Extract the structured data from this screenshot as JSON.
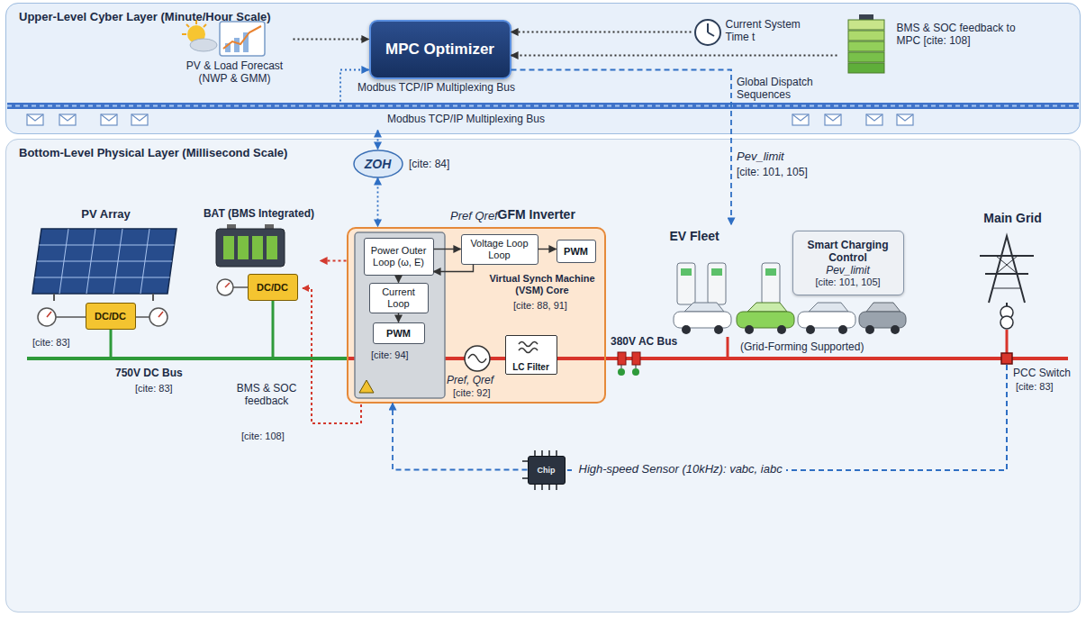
{
  "diagram": {
    "nodes": [
      {
        "text": [
          "Upper-Level Cyber Layer (Minute/Hour Scale)"
        ]
      },
      {
        "text": [
          "MPC Optimizer",
          "Modbus TCP/IP Multiplexing Bus"
        ],
        "in": 0
      },
      {
        "text": [
          "PV & Load Forecast (NWP & GMM)"
        ],
        "in": 0
      },
      {
        "text": [
          "Current System Time t"
        ],
        "in": 0
      },
      {
        "text": [
          "BMS & SOC feedback to MPC [cite: 108]"
        ],
        "in": 0
      },
      {
        "text": [
          "Modbus TCP/IP Multiplexing Bus"
        ],
        "in": 0
      },
      {
        "text": [
          "Bottom-Level Physical Layer (Millisecond Scale)"
        ]
      },
      {
        "text": [
          "ZOH"
        ],
        "in": 6
      },
      {
        "text": [
          "PV Array"
        ],
        "in": 6
      },
      {
        "text": [
          "DC/DC"
        ],
        "in": 8
      },
      {
        "text": [
          "BAT (BMS Integrated)"
        ],
        "in": 6
      },
      {
        "text": [
          "DC/DC"
        ],
        "in": 10
      },
      {
        "text": [
          "GFM Inverter"
        ],
        "in": 6
      },
      {
        "text": [
          "Power Outer Loop (ω, E)"
        ],
        "in": 12
      },
      {
        "text": [
          "Current Loop"
        ],
        "in": 12
      },
      {
        "text": [
          "PWM"
        ],
        "in": 12
      },
      {
        "text": [
          "Voltage Loop Loop"
        ],
        "in": 12
      },
      {
        "text": [
          "PWM"
        ],
        "in": 12
      },
      {
        "text": [
          "LC Filter"
        ],
        "in": 12
      },
      {
        "text": [
          "EV Fleet"
        ],
        "in": 6
      },
      {
        "text": [
          "Smart Charging Control",
          "Pev_limit",
          "[cite: 101, 105]"
        ],
        "in": 19
      },
      {
        "text": [
          "Main Grid"
        ],
        "in": 6
      },
      {
        "text": [
          "Chip",
          "High-speed Sensor (10kHz): vabc, iabc"
        ],
        "in": 6
      }
    ],
    "edges": [
      {
        "from": 2,
        "to": 1,
        "arrow": "to"
      },
      {
        "from": 3,
        "to": 1,
        "arrow": "to"
      },
      {
        "from": 4,
        "to": 1,
        "arrow": "to"
      },
      {
        "from": 5,
        "to": 1,
        "arrow": "to"
      },
      {
        "from": 1,
        "to": 19,
        "arrow": "to"
      },
      {
        "from": 5,
        "to": 7,
        "arrow": "both"
      },
      {
        "from": 7,
        "to": 12,
        "arrow": "both"
      },
      {
        "from": 13,
        "to": 14,
        "arrow": "to"
      },
      {
        "from": 14,
        "to": 15,
        "arrow": "to"
      },
      {
        "from": 13,
        "to": 16,
        "arrow": "to"
      },
      {
        "from": 16,
        "to": 17,
        "arrow": "to"
      },
      {
        "from": 16,
        "to": 13,
        "arrow": "to"
      },
      {
        "from": 12,
        "to": 10,
        "arrow": "to"
      },
      {
        "from": 22,
        "to": 12,
        "arrow": "to"
      }
    ],
    "labels": [
      "Global Dispatch Sequences",
      "[cite: 84]",
      "Pev_limit",
      "[cite: 101, 105]",
      "Pref Qref",
      "[cite: 83]",
      "750V DC Bus",
      "[cite: 83]",
      "BMS & SOC feedback",
      "[cite: 108]",
      "Virtual Synch Machine (VSM) Core",
      "[cite: 88, 91]",
      "[cite: 94]",
      "Pref, Qref",
      "[cite: 92]",
      "380V AC Bus",
      "(Grid-Forming Supported)",
      "PCC Switch",
      "[cite: 83]"
    ]
  }
}
